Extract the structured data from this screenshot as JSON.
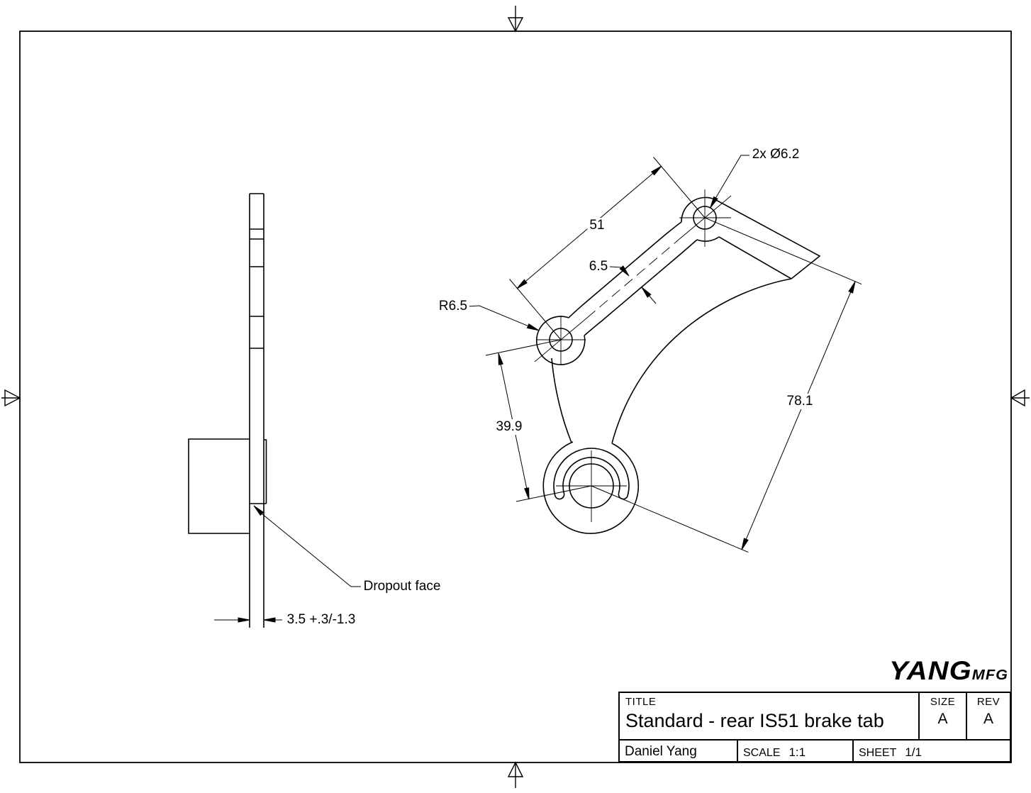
{
  "sheet": {
    "background": "#ffffff",
    "line_color": "#000000"
  },
  "dimensions": {
    "hole_callout": "2x Ø6.2",
    "hole_spacing": "51",
    "neck_width": "6.5",
    "boss_radius": "R6.5",
    "lower_spacing": "39.9",
    "diagonal_spacing": "78.1",
    "plate_thickness": "3.5 +.3/-1.3",
    "dropout_note": "Dropout face"
  },
  "title_block": {
    "title_label": "TITLE",
    "title": "Standard - rear IS51 brake tab",
    "size_label": "SIZE",
    "size": "A",
    "rev_label": "REV",
    "rev": "A",
    "author": "Daniel Yang",
    "scale_label": "SCALE",
    "scale": "1:1",
    "sheet_label": "SHEET",
    "sheet": "1/1"
  },
  "logo": {
    "name": "YANG",
    "suffix": "MFG"
  }
}
